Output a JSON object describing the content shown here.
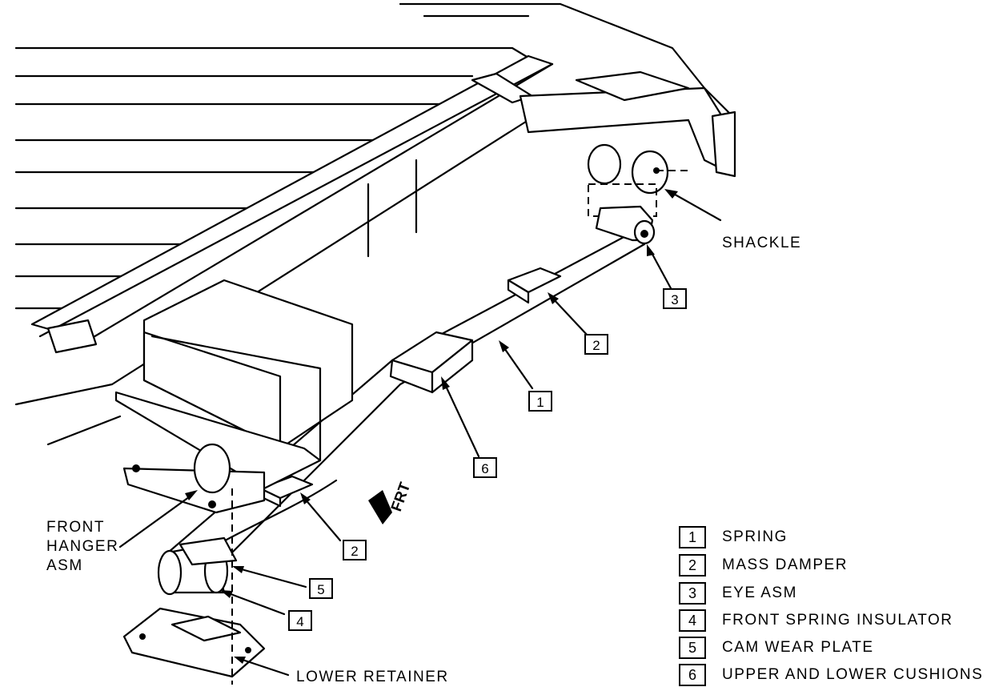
{
  "labels": {
    "shackle": "SHACKLE",
    "front_hanger": [
      "FRONT",
      "HANGER",
      "ASM"
    ],
    "frt": "FRT",
    "lower_retainer": "LOWER RETAINER"
  },
  "callouts": [
    "1",
    "2",
    "3",
    "2",
    "4",
    "5",
    "6"
  ],
  "legend": [
    {
      "num": "1",
      "text": "SPRING"
    },
    {
      "num": "2",
      "text": "MASS DAMPER"
    },
    {
      "num": "3",
      "text": "EYE ASM"
    },
    {
      "num": "4",
      "text": "FRONT SPRING INSULATOR"
    },
    {
      "num": "5",
      "text": "CAM WEAR PLATE"
    },
    {
      "num": "6",
      "text": "UPPER AND LOWER CUSHIONS"
    }
  ]
}
